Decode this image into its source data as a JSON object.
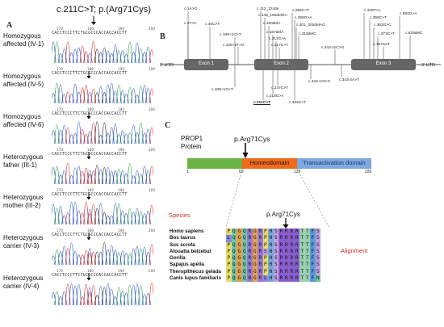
{
  "panel_a": {
    "letter": "A",
    "title": "c.211C>T; p.(Arg71Cys)",
    "samples": [
      {
        "line1": "Homozygous",
        "line2": "affected (IV-1)"
      },
      {
        "line1": "Homozygous",
        "line2": "affected (IV-5)"
      },
      {
        "line1": "Homozygous",
        "line2": "affected (IV-6)"
      },
      {
        "line1": "Heterozygous",
        "line2": "father (III-1)"
      },
      {
        "line1": "Heterozygous",
        "line2": "mother (III-2)"
      },
      {
        "line1": "Heterozygous",
        "line2": "carrier (IV-3)"
      },
      {
        "line1": "Heterozygous",
        "line2": "carrier (IV-4)"
      }
    ],
    "position_numbers": [
      "170",
      "180",
      "190",
      "200"
    ],
    "sequence_text": "CACCTCCCTTCTGCGCCCACCACCACCTT",
    "colors": {
      "A": "#2a9d3a",
      "C": "#2a55c8",
      "G": "#222222",
      "T": "#d02a2a"
    }
  },
  "panel_b": {
    "letter": "B",
    "utr5": "5' UTR",
    "utr3": "3' UTR",
    "exons": [
      "Exon 1",
      "Exon 2",
      "Exon 3"
    ],
    "mutations_above": [
      "c.1A>G",
      "c.2T>C",
      "c.46C>T",
      "c.109+1G>T",
      "c.109+2T>G",
      "c.112_124de",
      "c.149_150delGA",
      "c.150delA",
      "c.157delA",
      "c.211G>A",
      "c.217C>T",
      "c.295C>T",
      "c.296G>A",
      "c.301_302delAG",
      "c.310delC",
      "c.343-11C>G",
      "c.349T>A",
      "c.358C>T",
      "c.362G>C",
      "c.373C>T",
      "c.467insT",
      "c.582G>A",
      "c.629delC"
    ],
    "mutations_below": [
      "c.109+1G>T",
      "c.211C>T",
      "c.218G>A",
      "c.247C>T",
      "c.334C>T",
      "c.342+1G>C",
      "c.343-2A>T"
    ]
  },
  "panel_c": {
    "letter": "C",
    "protein_line1": "PROP1",
    "protein_line2": "Protein",
    "variant_label": "p.Arg71Cys",
    "homeodomain": "Homeodomain",
    "transactivation": "Transactivation domain",
    "positions": [
      "1",
      "69",
      "128",
      "226"
    ],
    "species_label": "Species",
    "alignment_label": "Alignment",
    "alignment_variant": "p.Arg71Cys",
    "species": [
      "Homo sapiens",
      "Bos taurus",
      "Sus scrofa",
      "Alouatta belzebul",
      "Gorilla",
      "Sapajus apella",
      "Theropithecus gelada",
      "Canis lupus familiaris"
    ],
    "alignment": [
      "PQGQRGRPHSRRRRTTFS",
      "LQGQRGRPHSRRRRTTFS",
      "PQGQRGRPHSRRRRTTFS",
      "PQGQRGRSHSRRRRTTFS",
      "PQGQRGRPHSRRRRTTFS",
      "PQGQRGRPHSRRRRTTFS",
      "PQGQRGRPHSRRRRTTFS",
      "PQGQRGRLHSRRRRTTFN"
    ],
    "colors": {
      "signal": "#6ab344",
      "homeo": "#f06a1a",
      "trans": "#7fa8e0",
      "red_label": "#d0302a"
    }
  }
}
